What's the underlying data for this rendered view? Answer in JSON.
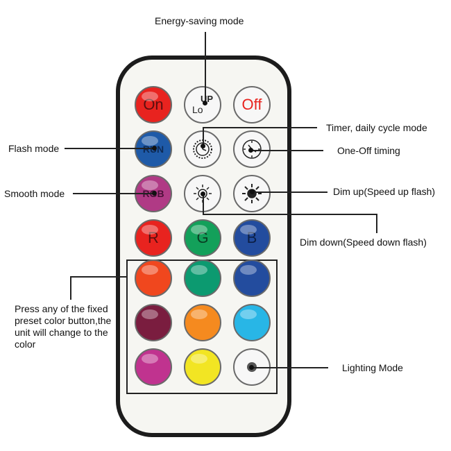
{
  "labels": {
    "energy_saving": "Energy-saving mode",
    "timer": "Timer, daily cycle mode",
    "flash": "Flash mode",
    "one_off": "One-Off timing",
    "smooth": "Smooth mode",
    "dim_up": "Dim up(Speed up flash)",
    "dim_down": "Dim down(Speed down flash)",
    "preset": "Press any of the fixed preset color button,the unit will change to the color",
    "lighting": "Lighting Mode"
  },
  "buttons": {
    "on": "On",
    "low": "Lo",
    "up": "UP",
    "off": "Off",
    "flash": "RUN",
    "smooth": "RGB",
    "r": "R",
    "g": "G",
    "b": "B"
  },
  "colors": {
    "red": "#e8231f",
    "blue": "#1e5aa8",
    "magenta_rgb": "#b03a85",
    "green": "#13a05a",
    "navy": "#234c9e",
    "orange_red": "#f0471e",
    "teal": "#0c9a70",
    "maroon": "#7a1d3f",
    "orange": "#f58a1f",
    "cyan": "#28b6e6",
    "pink": "#c0338f",
    "yellow": "#f2e523"
  },
  "icons": [
    "clock-icon",
    "clock-icon",
    "sun-icon",
    "sun-icon"
  ]
}
